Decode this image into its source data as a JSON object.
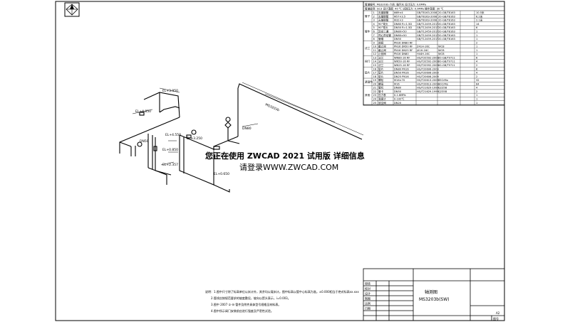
{
  "watermark": {
    "line1": "您正在使用 ZWCAD 2021 试用版 详细信息",
    "line2": "请登录WWW.ZWCAD.COM"
  },
  "title_block": {
    "drawing_name": "轴测图",
    "drawing_code": "MS3203b(SW)",
    "cells": [
      "审核",
      "校对",
      "设计",
      "制图",
      "比例",
      "日期"
    ],
    "sheet_size": "A2",
    "sheet_label": "图号"
  },
  "notes": {
    "line1": "说明：1.图中尺寸除了标高单位以米计外，其余均以毫米计。图中标高以管中心标高为准。±0.000相当于绝对标高xx.xxx",
    "line2": "2.管线应按规范要求的坡度敷设，坡向以箭头表示，i=0.003。",
    "line3": "3.图中 2007 ①-⑩ 管件及附件具体型号规格见材料表。",
    "line4": "4.图中所示阀门安装前应进行强度及严密性试验。"
  },
  "spec_table": {
    "header_line1": "管道编号: MS3203b    介质: 循环水    设计压力: 0.6MPa",
    "header_line2": "管道级别: GC3   设计温度: 40 ℃   试验压力: 0.9MPa   操作温度: 30 ℃",
    "groups": [
      "管子",
      "管件",
      "法兰",
      "阀门",
      "垫片",
      "紧固件",
      "其他"
    ],
    "rows": [
      [
        "1",
        "无缝钢管",
        "Φ89×4",
        "GB/T8163-2008",
        "20-GB/T8163",
        "10.5米"
      ],
      [
        "2",
        "无缝钢管",
        "Φ57×3.5",
        "GB/T8163-2008",
        "20-GB/T8163",
        "6.2米"
      ],
      [
        "3",
        "无缝钢管",
        "Φ32×3",
        "GB/T8163-2008",
        "20-GB/T8163",
        "2.1米"
      ],
      [
        "4",
        "90°弯头",
        "DN80 R=1.5D",
        "GB/T12459-2017",
        "20-GB/T8163",
        "14"
      ],
      [
        "5",
        "90°弯头",
        "DN50 R=1.5D",
        "GB/T12459-2017",
        "20-GB/T8163",
        "6"
      ],
      [
        "6",
        "异径三通",
        "DN80×50",
        "GB/T12459-2017",
        "20-GB/T8163",
        "1"
      ],
      [
        "7",
        "同心异径管",
        "DN80×50",
        "GB/T12459-2017",
        "20-GB/T8163",
        "1"
      ],
      [
        "8",
        "管帽",
        "DN50",
        "GB/T12459-2017",
        "20-GB/T8163",
        "1"
      ],
      [
        "9",
        "闸阀",
        "PN16 DN80 RF",
        "",
        "",
        "2"
      ],
      [
        "10",
        "截止阀",
        "PN16 DN50 RF",
        "Z41H-16C",
        "WCB",
        "1"
      ],
      [
        "11",
        "截止阀",
        "PN16 DN25 RF",
        "J41H-16C",
        "WCB",
        "1"
      ],
      [
        "12",
        "止回阀",
        "PN16 DN80",
        "H44H-16C",
        "WCB",
        "1"
      ],
      [
        "13",
        "法兰",
        "WN80-16 RF",
        "HG/T20592-2009",
        "20-GB/T9711",
        "6"
      ],
      [
        "14",
        "法兰",
        "WN50-16 RF",
        "HG/T20592-2009",
        "20-GB/T9711",
        "4"
      ],
      [
        "15",
        "法兰",
        "WN25-16 RF",
        "HG/T20592-2009",
        "20-GB/T9711",
        "2"
      ],
      [
        "16",
        "垫片",
        "DN80 PN16",
        "HG/T20606-2009",
        "",
        "6"
      ],
      [
        "17",
        "垫片",
        "DN50 PN16",
        "HG/T20606-2009",
        "",
        "4"
      ],
      [
        "18",
        "垫片",
        "DN25 PN16",
        "HG/T20606-2009",
        "",
        "2"
      ],
      [
        "19",
        "螺栓",
        "M16×70",
        "HG/T20613-2009",
        "35CrMo",
        "32"
      ],
      [
        "20",
        "螺母",
        "M16",
        "HG/T20613-2009",
        "30CrMo",
        "64"
      ],
      [
        "21",
        "管托",
        "DN80",
        "HG/T21629-1999",
        "Q235B",
        "4"
      ],
      [
        "22",
        "管卡",
        "DN50",
        "HG/T21629-1999",
        "Q235B",
        "2"
      ],
      [
        "23",
        "压力表",
        "0-1.6MPa",
        "",
        "",
        "1"
      ],
      [
        "24",
        "温度计",
        "0-100℃",
        "",
        "",
        "1"
      ],
      [
        "25",
        "放空阀",
        "DN20",
        "",
        "",
        "1"
      ]
    ]
  },
  "elevations": [
    "EL+3.950",
    "EL+4.850",
    "EL+4.550",
    "EL+0.850",
    "EL+2.357",
    "EL+3.250",
    "EL+1.250",
    "EL+0.650"
  ],
  "pipe_tags": [
    "MS3203b",
    "DN80",
    "DN50"
  ]
}
